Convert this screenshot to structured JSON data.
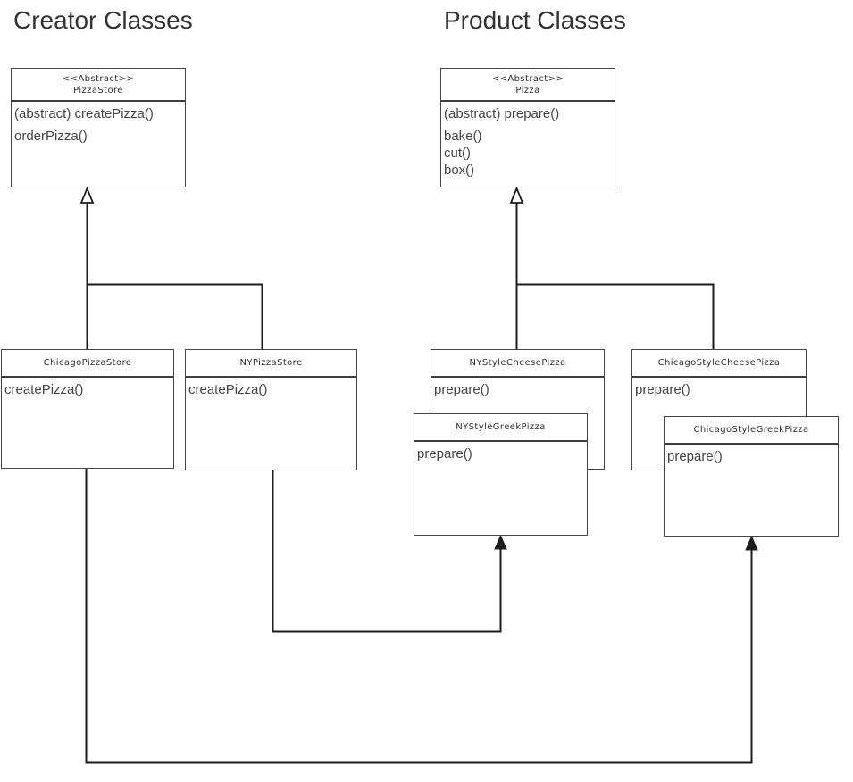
{
  "headings": {
    "creator": "Creator Classes",
    "product": "Product Classes"
  },
  "classes": [
    {
      "stereotype": "<<Abstract>>",
      "name": "PizzaStore",
      "methods": [
        "(abstract) createPizza()",
        "orderPizza()"
      ]
    },
    {
      "stereotype": "<<Abstract>>",
      "name": "Pizza",
      "methods": [
        "(abstract) prepare()",
        "bake()",
        "cut()",
        "box()"
      ]
    },
    {
      "name": "ChicagoPizzaStore",
      "methods": [
        "createPizza()"
      ]
    },
    {
      "name": "NYPizzaStore",
      "methods": [
        "createPizza()"
      ]
    },
    {
      "name": "NYStyleCheesePizza",
      "methods": [
        "prepare()"
      ]
    },
    {
      "name": "ChicagoStyleCheesePizza",
      "methods": [
        "prepare()"
      ]
    },
    {
      "name": "NYStyleGreekPizza",
      "methods": [
        "prepare()"
      ]
    },
    {
      "name": "ChicagoStyleGreekPizza",
      "methods": [
        "prepare()"
      ]
    }
  ],
  "relationships": [
    {
      "type": "inheritance",
      "from": "ChicagoPizzaStore",
      "to": "PizzaStore"
    },
    {
      "type": "inheritance",
      "from": "NYPizzaStore",
      "to": "PizzaStore"
    },
    {
      "type": "inheritance",
      "from": "NYStyleCheesePizza",
      "to": "Pizza"
    },
    {
      "type": "inheritance",
      "from": "ChicagoStyleCheesePizza",
      "to": "Pizza"
    },
    {
      "type": "creates",
      "from": "NYPizzaStore",
      "to": "NYStyleGreekPizza"
    },
    {
      "type": "creates",
      "from": "ChicagoPizzaStore",
      "to": "ChicagoStyleGreekPizza"
    }
  ],
  "colors": {
    "line": "#1c1c1c",
    "box_border": "#454545",
    "header_text": "#2d2d2d",
    "method_text": "#454545",
    "heading_text": "#333333",
    "background": "#ffffff"
  }
}
